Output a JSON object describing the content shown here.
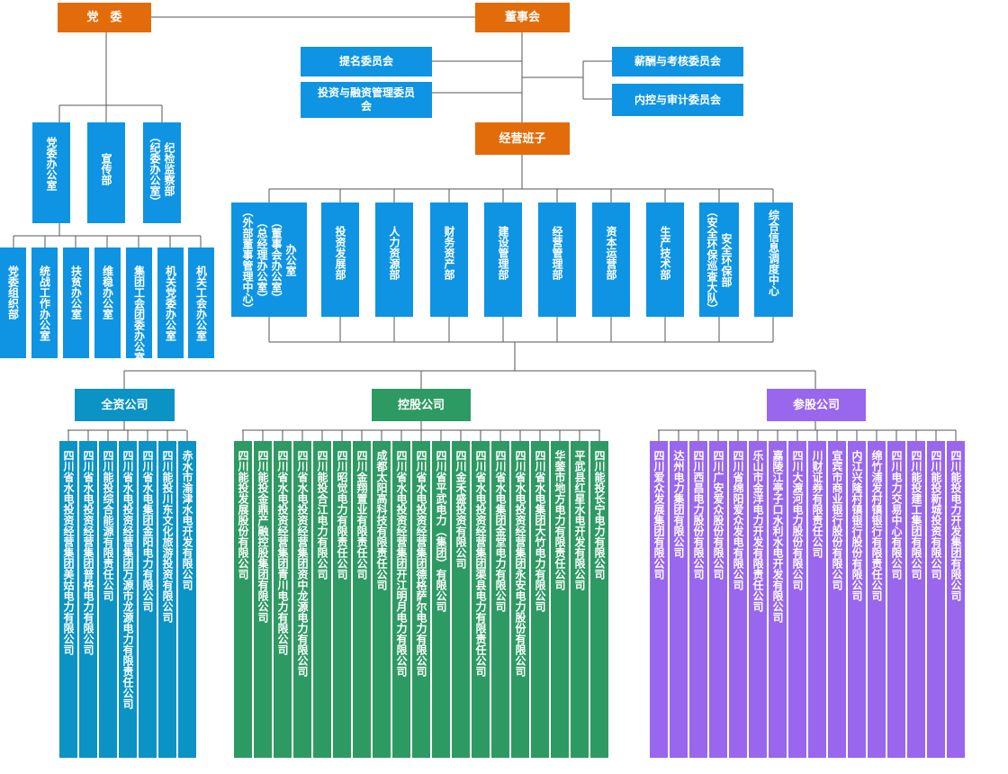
{
  "top": {
    "party": "党　委",
    "board": "董事会",
    "nomination": "提名委员会",
    "investment_committee": "投资与融资管理委员会",
    "compensation": "薪酬与考核委员会",
    "audit": "内控与审计委员会",
    "management": "经营班子"
  },
  "party_departments": [
    "党委办公室",
    "宣传部",
    "纪检监察部\n（纪委办公室）"
  ],
  "party_sub_departments": [
    "党委组织部",
    "统战工作办公室",
    "扶贫办公室",
    "维稳办公室",
    "集团工会团委办公室",
    "机关党委办公室",
    "机关工会办公室"
  ],
  "management_departments": [
    "办公室\n（董事会办公室）\n（总经理办公室）\n（外部董事管理中心）",
    "投资发展部",
    "人力资源部",
    "财务资产部",
    "建设管理部",
    "经营管理部",
    "资本运营部",
    "生产技术部",
    "安全环保部\n（安全环保巡查大队）",
    "综合信息调度中心"
  ],
  "groups": {
    "wholly_owned": {
      "label": "全资公司",
      "companies": [
        "四川省水电投资经营集团美姑电力有限公司",
        "四川省水电投资经营集团普格电力有限公司",
        "四川能投综合能源有限责任公司",
        "四川省水电投资经营集团万源市龙源电力有限责任公司",
        "四川省水电集团金阳电力有限公司",
        "四川能投川东文化旅游投资有限公司",
        "赤水市渝津水电开发有限公司"
      ]
    },
    "holding": {
      "label": "控股公司",
      "companies": [
        "四川能投发展股份有限公司",
        "四川能投金鼎产融控股集团有限公司",
        "四川省水电投资经营集团青川电力有限公司",
        "四川省水电投资经营集团资中龙源电力有限公司",
        "四川能投合江电力有限公司",
        "四川昭觉电力有限责任公司",
        "四川金翔置业有限责任公司",
        "成都太阳高科技有限责任公司",
        "四川省水电投资经营集团开江明月电力有限公司",
        "四川省水电投资经营集团德格萨尔电力有限公司",
        "四川省平武电力（集团）有限公司",
        "四川金禾盛投资有限公司",
        "四川省水电投资经营集团渠县电力有限责任公司",
        "四川省水电集团金堂电力有限公司",
        "四川省水电投资经营集团永安电力股份有限公司",
        "四川省水电集团大竹电力有限公司",
        "华蓥市地方电力有限责任公司",
        "平武县红星水电开发有限公司",
        "四川能投长宁电力有限公司"
      ]
    },
    "participating": {
      "label": "参股公司",
      "companies": [
        "四川爱众发展集团有限公司",
        "达州电力集团有限公司",
        "四川西昌电力股份有限公司",
        "四川广安爱众股份有限公司",
        "四川省绵阳爱众发电有限公司",
        "乐山市金洋电力开发有限责任公司",
        "嘉陵江亭子口水利水电开发有限公司",
        "四川大渡河电力股份有限公司",
        "川财证券有限责任公司",
        "宜宾市商业银行股份有限公司",
        "内江兴隆村镇银行股份有限公司",
        "绵竹浦发村镇银行有限责任公司",
        "四川电力交易中心有限公司",
        "四川能投建工集团有限公司",
        "四川能投新城投资有限公司",
        "四川能投电力开发集团有限公司"
      ]
    }
  },
  "colors": {
    "orange": "#e36c0a",
    "blue": "#0e94e3",
    "teal": "#0b93c5",
    "green": "#2e9a63",
    "purple": "#9966ee",
    "line": "#555555"
  }
}
